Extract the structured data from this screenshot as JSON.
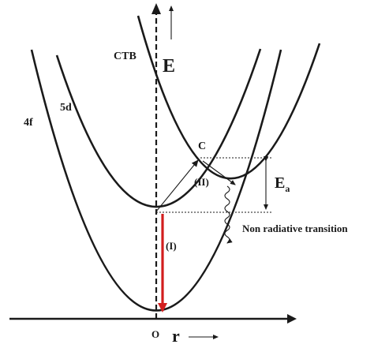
{
  "labels": {
    "ctb": "CTB",
    "energy": "E",
    "f4": "4f",
    "d5": "5d",
    "point_c": "C",
    "step_ii": "(II)",
    "ea_main": "E",
    "ea_sub": "a",
    "nonrad": "Non radiative transition",
    "step_i": "(I)",
    "origin": "O",
    "r": "r"
  },
  "colors": {
    "ink": "#1a1a1a",
    "emission": "#d21e1e"
  }
}
